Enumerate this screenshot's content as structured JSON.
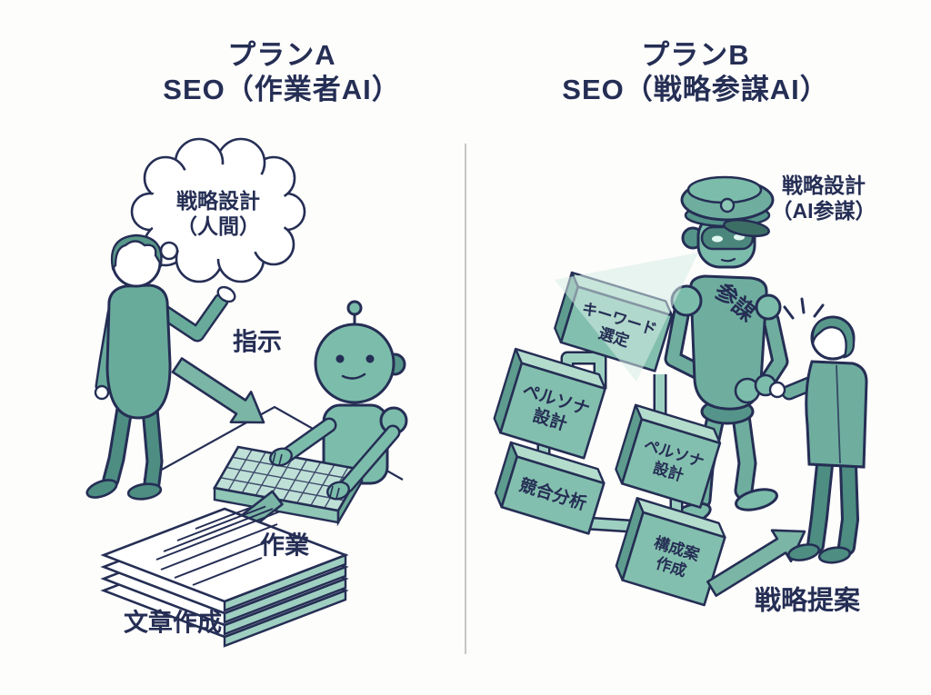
{
  "colors": {
    "navy": "#252e54",
    "teal": "#6fb0a0",
    "teal_light": "#8ec6b6",
    "teal_dark": "#55948a",
    "teal_pale": "#bfe0d6",
    "beam": "#d7ece5",
    "divider": "#c6c6c6",
    "bg": "#fdfdfc"
  },
  "plan_a": {
    "title_line1": "プランA",
    "title_line2": "SEO（作業者AI）",
    "thought_line1": "戦略設計",
    "thought_line2": "（人間）",
    "instruction_label": "指示",
    "work_label": "作業",
    "output_label": "文章作成"
  },
  "plan_b": {
    "title_line1": "プランB",
    "title_line2": "SEO（戦略参謀AI）",
    "strategy_line1": "戦略設計",
    "strategy_line2": "（AI参謀）",
    "robot_chest_label": "参謀",
    "proposal_label": "戦略提案",
    "flow_boxes": [
      {
        "lines": [
          "キーワード",
          "選定"
        ]
      },
      {
        "lines": [
          "ペルソナ",
          "設計"
        ]
      },
      {
        "lines": [
          "ペルソナ",
          "設計"
        ]
      },
      {
        "lines": [
          "競合分析"
        ]
      },
      {
        "lines": [
          "構成案",
          "作成"
        ]
      }
    ]
  }
}
